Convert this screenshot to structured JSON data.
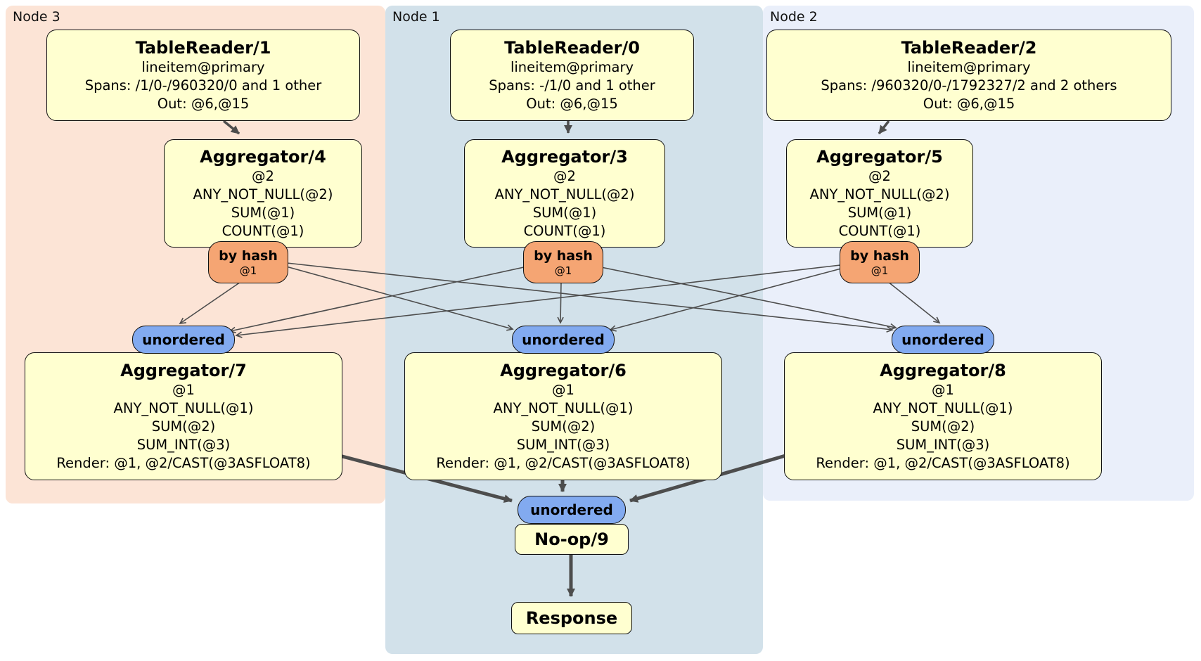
{
  "panels": {
    "node3": {
      "label": "Node 3"
    },
    "node1": {
      "label": "Node 1"
    },
    "node2": {
      "label": "Node 2"
    }
  },
  "routers": {
    "by_hash": {
      "label": "by hash",
      "detail": "@1"
    },
    "unordered": {
      "label": "unordered"
    }
  },
  "processors": {
    "tablereader1": {
      "title": "TableReader/1",
      "lines": [
        "lineitem@primary",
        "Spans: /1/0-/960320/0 and 1 other",
        "Out: @6,@15"
      ]
    },
    "tablereader0": {
      "title": "TableReader/0",
      "lines": [
        "lineitem@primary",
        "Spans: -/1/0 and 1 other",
        "Out: @6,@15"
      ]
    },
    "tablereader2": {
      "title": "TableReader/2",
      "lines": [
        "lineitem@primary",
        "Spans: /960320/0-/1792327/2 and 2 others",
        "Out: @6,@15"
      ]
    },
    "aggregator4": {
      "title": "Aggregator/4",
      "lines": [
        "@2",
        "ANY_NOT_NULL(@2)",
        "SUM(@1)",
        "COUNT(@1)"
      ]
    },
    "aggregator3": {
      "title": "Aggregator/3",
      "lines": [
        "@2",
        "ANY_NOT_NULL(@2)",
        "SUM(@1)",
        "COUNT(@1)"
      ]
    },
    "aggregator5": {
      "title": "Aggregator/5",
      "lines": [
        "@2",
        "ANY_NOT_NULL(@2)",
        "SUM(@1)",
        "COUNT(@1)"
      ]
    },
    "aggregator7": {
      "title": "Aggregator/7",
      "lines": [
        "@1",
        "ANY_NOT_NULL(@1)",
        "SUM(@2)",
        "SUM_INT(@3)",
        "Render: @1, @2/CAST(@3ASFLOAT8)"
      ]
    },
    "aggregator6": {
      "title": "Aggregator/6",
      "lines": [
        "@1",
        "ANY_NOT_NULL(@1)",
        "SUM(@2)",
        "SUM_INT(@3)",
        "Render: @1, @2/CAST(@3ASFLOAT8)"
      ]
    },
    "aggregator8": {
      "title": "Aggregator/8",
      "lines": [
        "@1",
        "ANY_NOT_NULL(@1)",
        "SUM(@2)",
        "SUM_INT(@3)",
        "Render: @1, @2/CAST(@3ASFLOAT8)"
      ]
    },
    "noop": {
      "title": "No-op/9"
    },
    "response": {
      "title": "Response"
    }
  },
  "colors": {
    "panel_node3": "#fce4d6",
    "panel_node1": "#d2e1ea",
    "panel_node2": "#eaeffa",
    "processor_fill": "#ffffd0",
    "router_hash_fill": "#f5a573",
    "router_unordered_fill": "#82aaf0",
    "edge": "#4d4d4d"
  }
}
